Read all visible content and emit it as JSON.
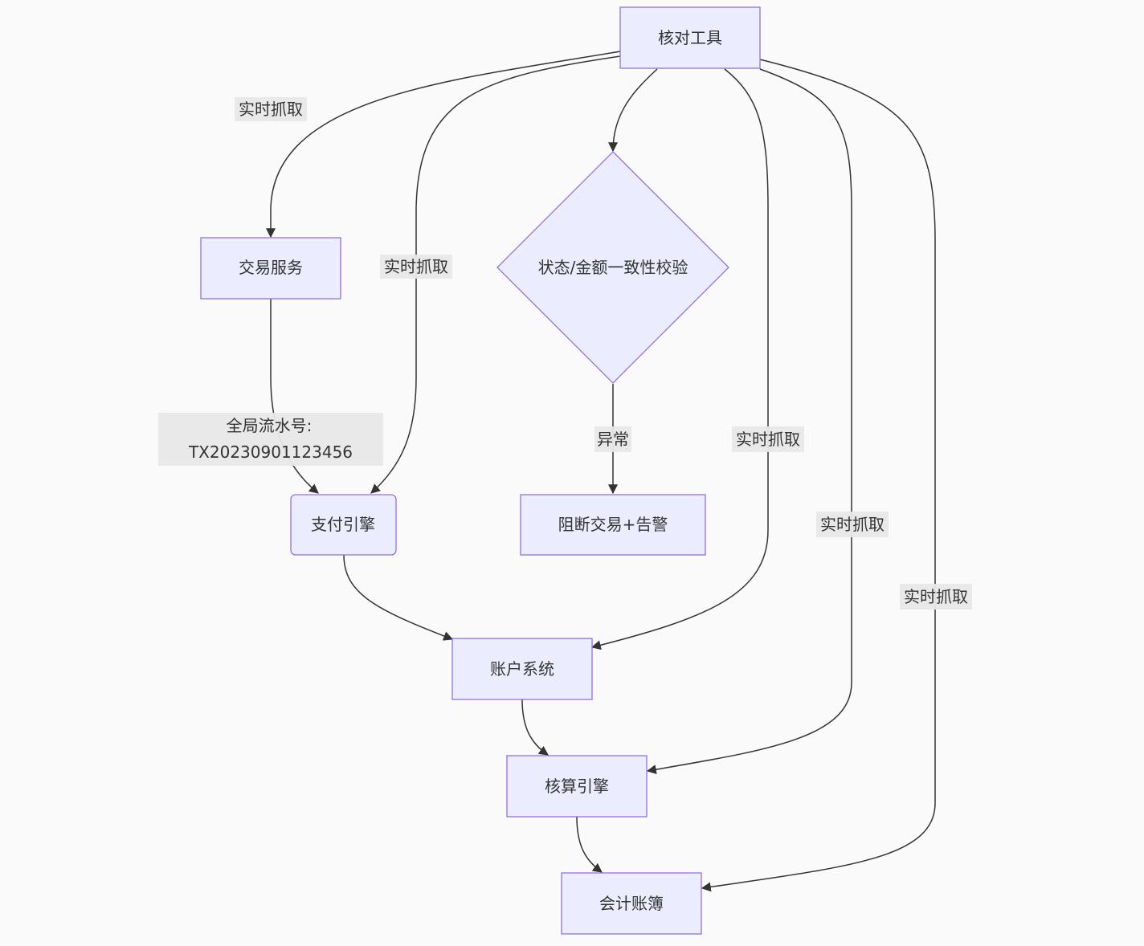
{
  "nodes": {
    "checker": "核对工具",
    "trade": "交易服务",
    "validate": "状态/金额一致性校验",
    "pay": "支付引擎",
    "block": "阻断交易+告警",
    "account": "账户系统",
    "calc": "核算引擎",
    "ledger": "会计账簿"
  },
  "edge_labels": {
    "capture_trade": "实时抓取",
    "capture_pay": "实时抓取",
    "capture_account": "实时抓取",
    "capture_calc": "实时抓取",
    "capture_ledger": "实时抓取",
    "abnormal": "异常",
    "serial_line1": "全局流水号:",
    "serial_line2": "TX20230901123456"
  },
  "colors": {
    "node_fill": "#ececff",
    "node_stroke": "#9370db",
    "edge": "#333333",
    "label_bg": "#e8e8e8",
    "background": "#fafafa"
  }
}
